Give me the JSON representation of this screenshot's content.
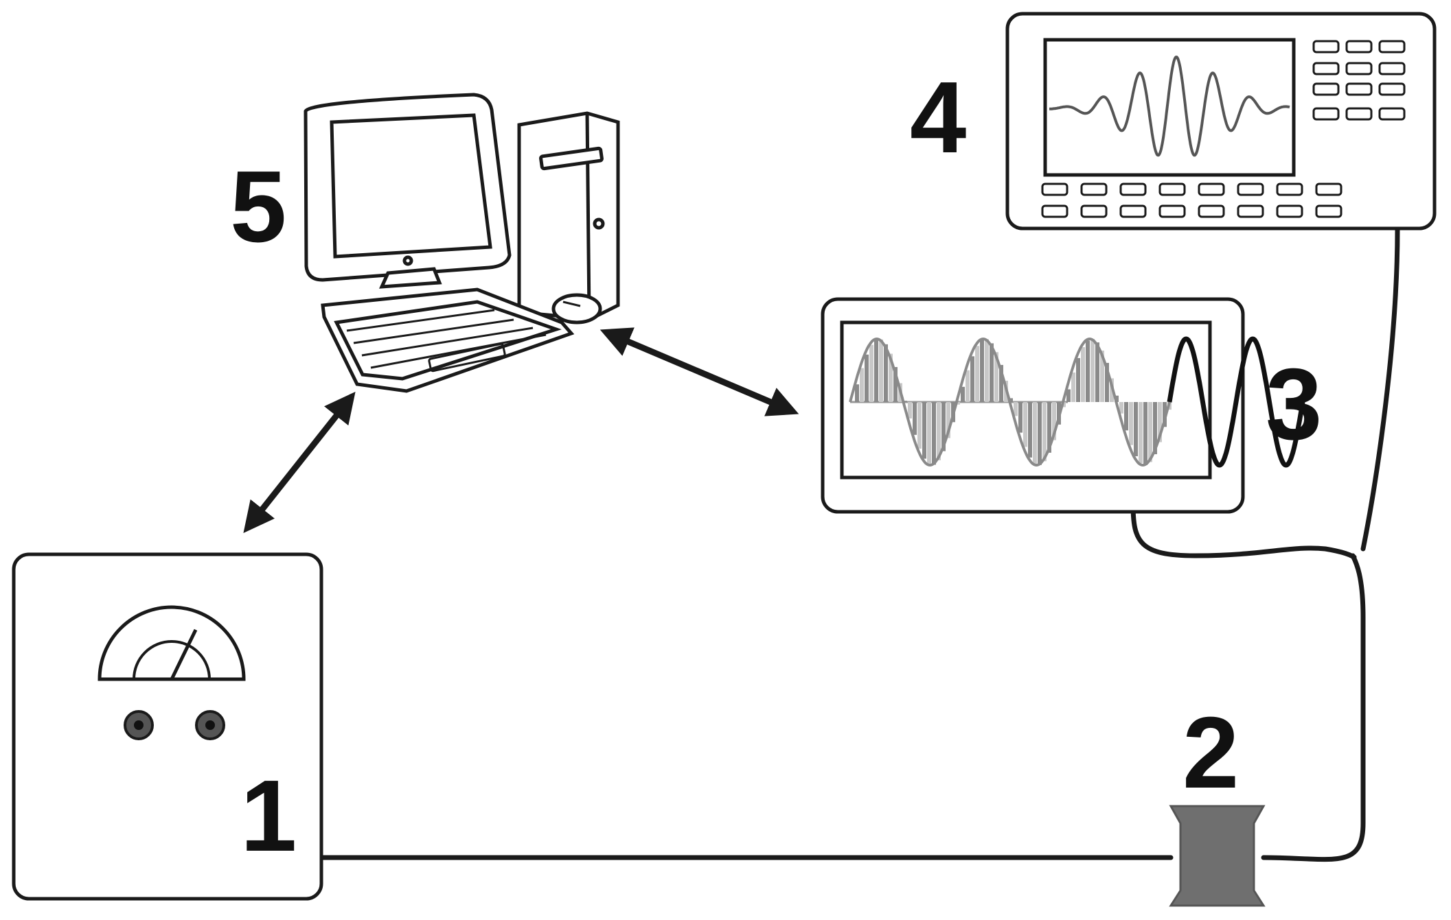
{
  "labels": {
    "meter": "1",
    "transducer": "2",
    "function_generator": "3",
    "oscilloscope": "4",
    "computer": "5"
  },
  "colors": {
    "stroke": "#1a1a1a",
    "transducer_fill": "#6f6f6f",
    "wave_light": "#c8c8c8",
    "wave_mid": "#8a8a8a",
    "background": "#ffffff"
  },
  "icons": {
    "meter": "analog-meter-icon",
    "transducer": "transducer-icon",
    "function_generator": "function-generator-icon",
    "oscilloscope": "oscilloscope-icon",
    "computer": "desktop-computer-icon"
  }
}
